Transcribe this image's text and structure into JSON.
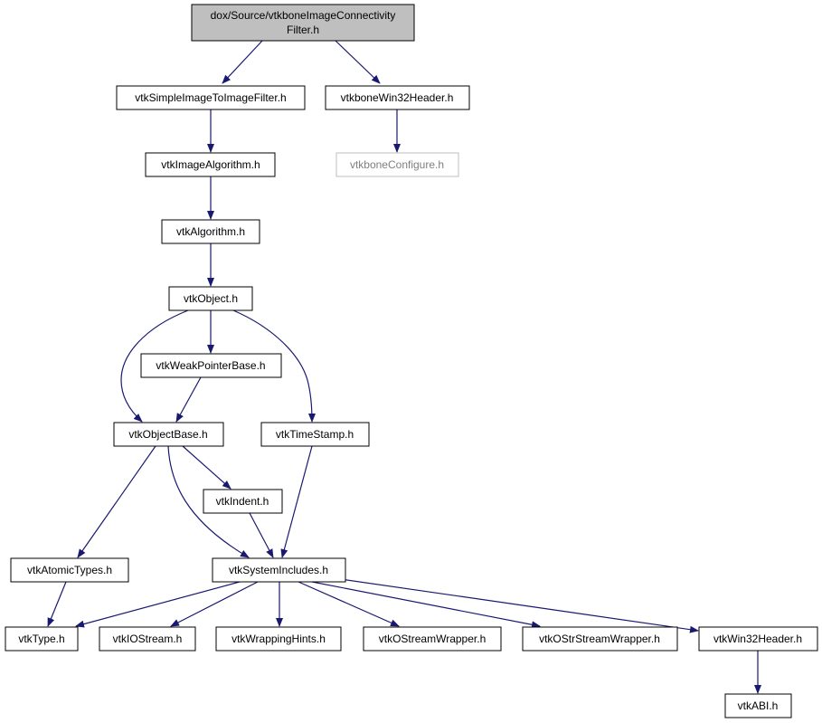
{
  "diagram": {
    "nodes": {
      "root": [
        "dox/Source/vtkboneImageConnectivity",
        "Filter.h"
      ],
      "simple_image_filter": "vtkSimpleImageToImageFilter.h",
      "bone_win32_header": "vtkboneWin32Header.h",
      "image_algorithm": "vtkImageAlgorithm.h",
      "bone_configure": "vtkboneConfigure.h",
      "algorithm": "vtkAlgorithm.h",
      "object": "vtkObject.h",
      "weak_pointer_base": "vtkWeakPointerBase.h",
      "object_base": "vtkObjectBase.h",
      "time_stamp": "vtkTimeStamp.h",
      "indent": "vtkIndent.h",
      "atomic_types": "vtkAtomicTypes.h",
      "system_includes": "vtkSystemIncludes.h",
      "type": "vtkType.h",
      "iostream": "vtkIOStream.h",
      "wrapping_hints": "vtkWrappingHints.h",
      "ostream_wrapper": "vtkOStreamWrapper.h",
      "ostrstream_wrapper": "vtkOStrStreamWrapper.h",
      "win32_header": "vtkWin32Header.h",
      "abi": "vtkABI.h"
    }
  }
}
